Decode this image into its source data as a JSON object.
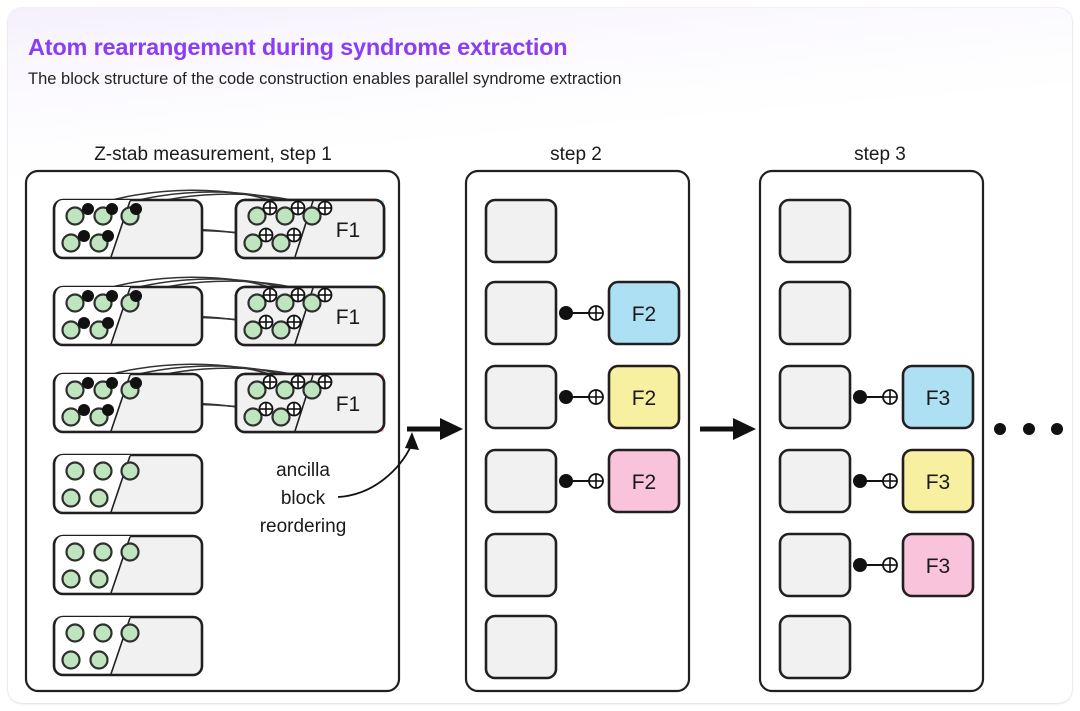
{
  "header": {
    "title": "Atom rearrangement during syndrome extraction",
    "subtitle": "The block structure of the code construction enables parallel syndrome extraction",
    "title_color": "#8B3DF5"
  },
  "annotation": {
    "line1": "ancilla",
    "line2": "block",
    "line3": "reordering",
    "ellipsis": "• • •"
  },
  "colors": {
    "blue": "#ADE0F2",
    "yellow": "#F7F0A0",
    "pink": "#F9C4DB",
    "atom_green": "#BFE5BF",
    "block_gray": "#F1F1F1",
    "stroke": "#231F20"
  },
  "panels": [
    {
      "id": "panel-step-1",
      "title": "Z-stab measurement, step 1",
      "rows": [
        {
          "type": "pair",
          "label": "F1",
          "color": "#ADE0F2"
        },
        {
          "type": "pair",
          "label": "F1",
          "color": "#F7F0A0"
        },
        {
          "type": "pair",
          "label": "F1",
          "color": "#F9C4DB"
        },
        {
          "type": "single",
          "label": "",
          "color": ""
        },
        {
          "type": "single",
          "label": "",
          "color": ""
        },
        {
          "type": "single",
          "label": "",
          "color": ""
        }
      ]
    },
    {
      "id": "panel-step-2",
      "title": "step 2",
      "rows": [
        {
          "type": "plain",
          "label": "",
          "color": ""
        },
        {
          "type": "cnot",
          "label": "F2",
          "color": "#ADE0F2"
        },
        {
          "type": "cnot",
          "label": "F2",
          "color": "#F7F0A0"
        },
        {
          "type": "cnot",
          "label": "F2",
          "color": "#F9C4DB"
        },
        {
          "type": "plain",
          "label": "",
          "color": ""
        },
        {
          "type": "plain",
          "label": "",
          "color": ""
        }
      ]
    },
    {
      "id": "panel-step-3",
      "title": "step 3",
      "rows": [
        {
          "type": "plain",
          "label": "",
          "color": ""
        },
        {
          "type": "plain",
          "label": "",
          "color": ""
        },
        {
          "type": "cnot",
          "label": "F3",
          "color": "#ADE0F2"
        },
        {
          "type": "cnot",
          "label": "F3",
          "color": "#F7F0A0"
        },
        {
          "type": "cnot",
          "label": "F3",
          "color": "#F9C4DB"
        },
        {
          "type": "plain",
          "label": "",
          "color": ""
        }
      ]
    }
  ]
}
